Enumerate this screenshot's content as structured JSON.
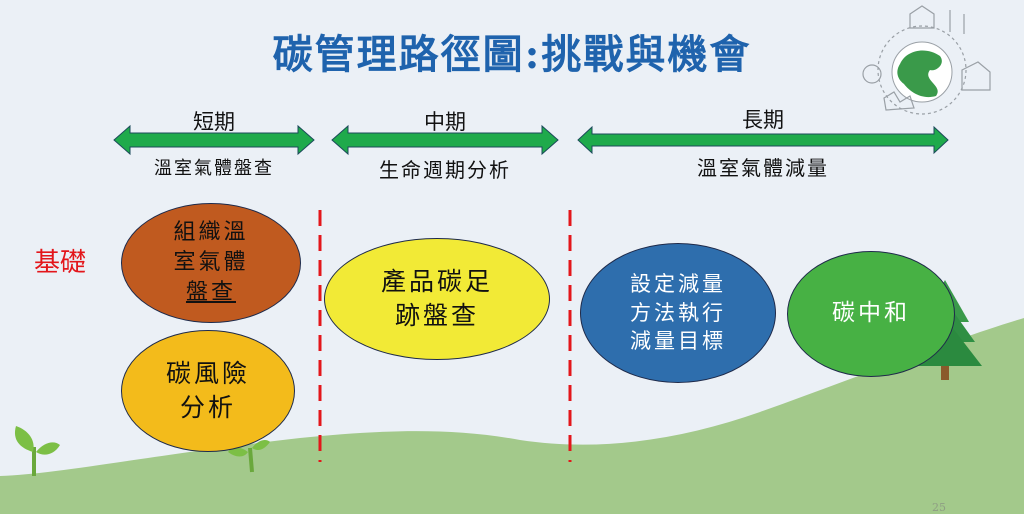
{
  "slide": {
    "title": "碳管理路徑圖:挑戰與機會",
    "page_number": "25",
    "decoration": "earth-sketch-icon",
    "foundation_label": "基礎"
  },
  "phases": [
    {
      "label": "短期",
      "description": "溫室氣體盤查"
    },
    {
      "label": "中期",
      "description": "生命週期分析"
    },
    {
      "label": "長期",
      "description": "溫室氣體減量"
    }
  ],
  "nodes": [
    {
      "lines": [
        "組織溫",
        "室氣體",
        "盤查"
      ],
      "fill": "#c05a1f",
      "text_color": "#111111"
    },
    {
      "lines": [
        "碳風險",
        "分析"
      ],
      "fill": "#f3bb1b",
      "text_color": "#111111"
    },
    {
      "lines": [
        "產品碳足",
        "跡盤查"
      ],
      "fill": "#f2ea36",
      "text_color": "#111111"
    },
    {
      "lines": [
        "設定減量",
        "方法執行",
        "減量目標"
      ],
      "fill": "#2e6ead",
      "text_color": "#ffffff"
    },
    {
      "lines": [
        "碳中和"
      ],
      "fill": "#47b144",
      "text_color": "#ffffff"
    }
  ],
  "colors": {
    "title": "#1f63ad",
    "arrow": "#1faa4b",
    "divider": "#e3161b",
    "hill": "#a3c98b",
    "background": "#ebf0f6"
  }
}
